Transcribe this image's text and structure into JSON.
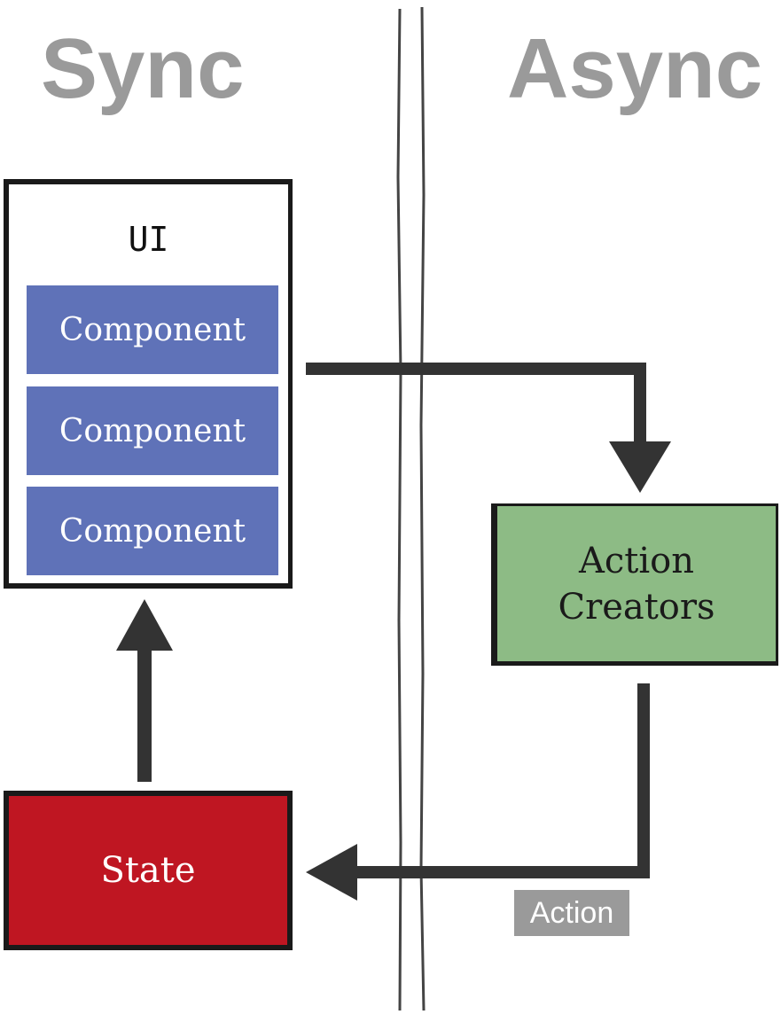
{
  "headings": {
    "sync": "Sync",
    "async": "Async"
  },
  "ui_panel": {
    "title": "UI",
    "components": [
      "Component",
      "Component",
      "Component"
    ]
  },
  "action_creators": {
    "line1": "Action",
    "line2": "Creators"
  },
  "state": {
    "label": "State"
  },
  "arrow_label": "Action",
  "colors": {
    "heading": "#9a9a9a",
    "component_fill": "#5f72b8",
    "action_creators_fill": "#8dbb85",
    "state_fill": "#bf1622",
    "connector": "#333333",
    "label_fill": "#9a9a9a"
  }
}
